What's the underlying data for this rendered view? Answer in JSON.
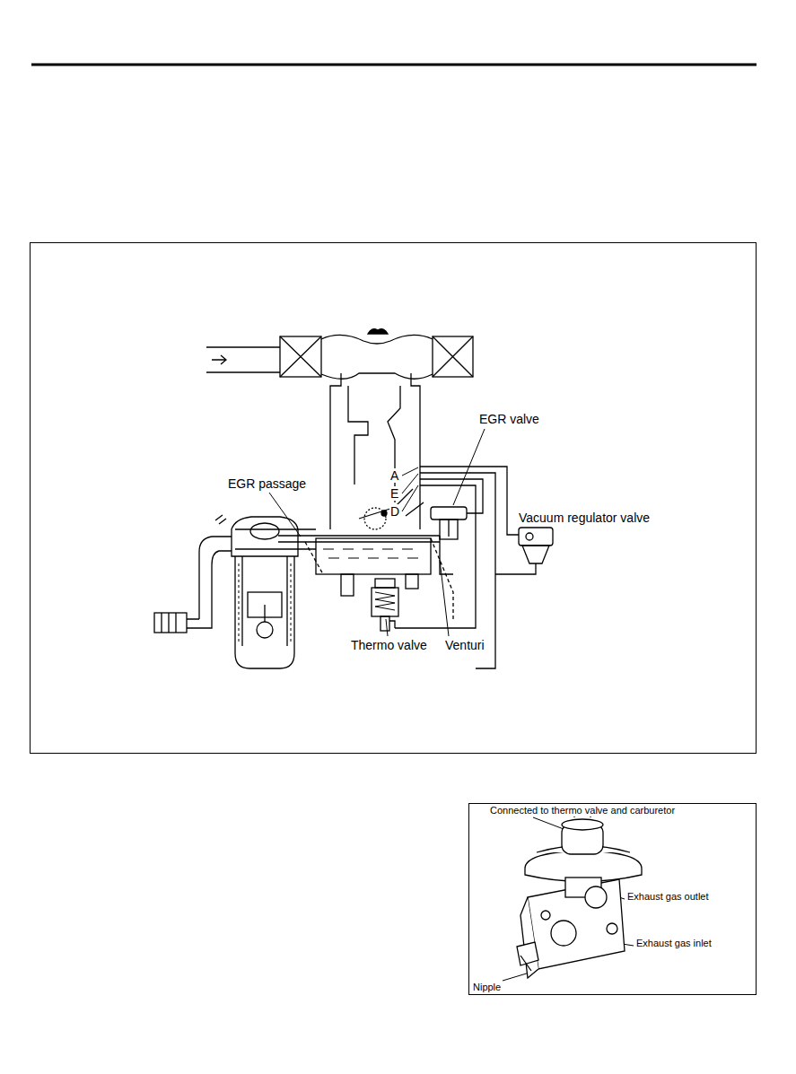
{
  "diagram": {
    "labels": [
      "EGR valve",
      "A",
      "E",
      "D",
      "EGR passage",
      "Vacuum regulator valve",
      "Thermo valve",
      "Venturi",
      "Connected to thermo valve and carburetor",
      "Exhaust gas outlet",
      "Exhaust gas inlet",
      "Nipple"
    ]
  }
}
